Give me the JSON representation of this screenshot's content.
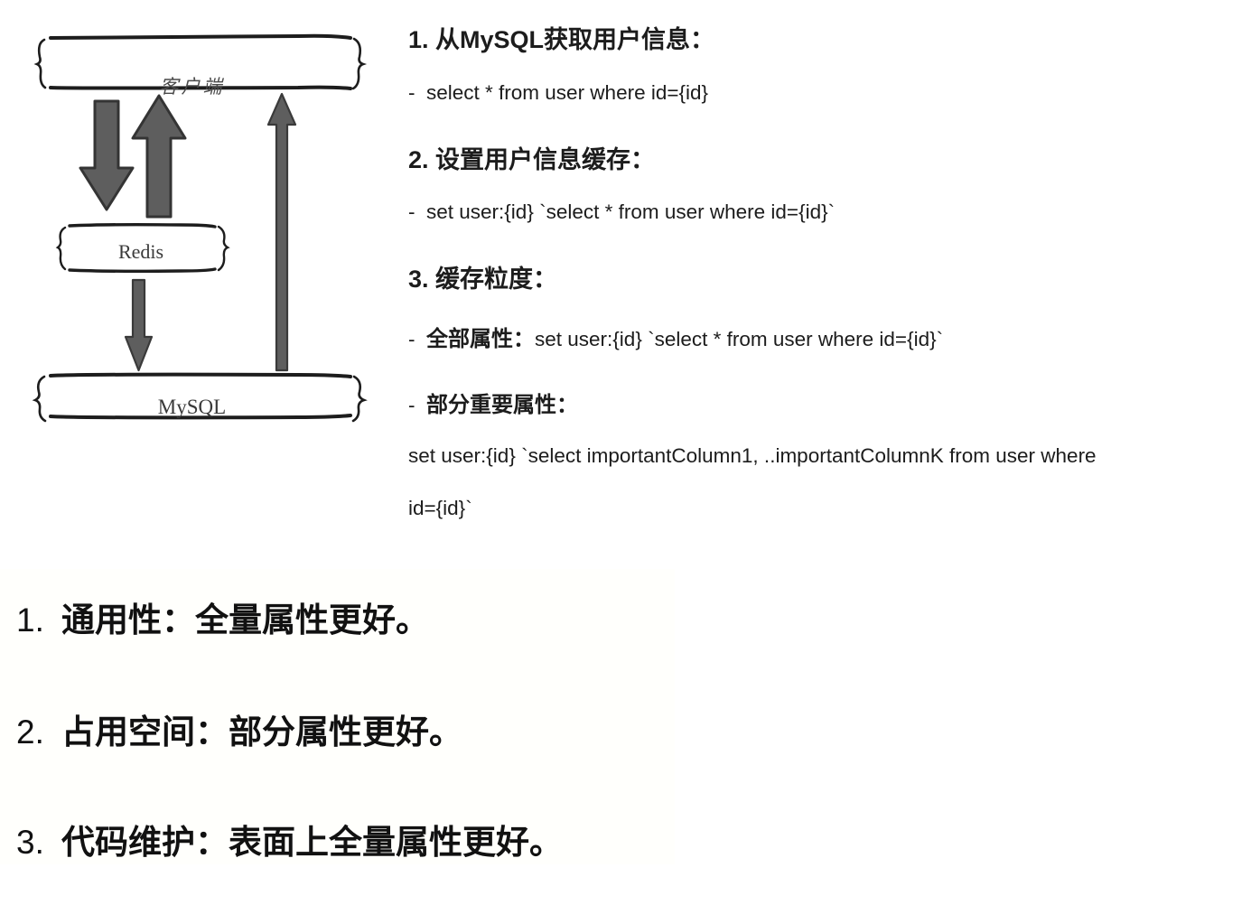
{
  "diagram": {
    "nodes": [
      {
        "id": "client",
        "label": "客户端"
      },
      {
        "id": "redis",
        "label": "Redis"
      },
      {
        "id": "mysql",
        "label": "MySQL"
      }
    ],
    "arrows": [
      {
        "id": "client-to-redis",
        "direction": "down",
        "style": "thick-block"
      },
      {
        "id": "redis-to-client",
        "direction": "up",
        "style": "thick-block"
      },
      {
        "id": "redis-to-mysql",
        "direction": "down",
        "style": "thin"
      },
      {
        "id": "mysql-to-client",
        "direction": "up",
        "style": "thin-long"
      }
    ],
    "stroke_color": "#1d1d1d",
    "arrow_fill": "#5e5e5e",
    "arrow_stroke": "#2e2e2e"
  },
  "notes": {
    "items": [
      {
        "id": "n1",
        "text": "1. 从MySQL获取用户信息："
      },
      {
        "id": "n1sub",
        "bullet": "-",
        "text": "select * from user where id={id}"
      },
      {
        "id": "n2",
        "text": "2. 设置用户信息缓存："
      },
      {
        "id": "n2sub",
        "bullet": "-",
        "text": "set user:{id} `select * from user where id={id}`"
      },
      {
        "id": "n3",
        "text": "3. 缓存粒度："
      },
      {
        "id": "n3a",
        "bullet": "-",
        "emphasis": "全部属性：",
        "text": "set user:{id}  `select * from user where id={id}`"
      },
      {
        "id": "n3b",
        "bullet": "-",
        "emphasis": "部分重要属性：",
        "text": ""
      },
      {
        "id": "n3b1",
        "text": "set user:{id} `select importantColumn1, ..importantColumnK from user where"
      },
      {
        "id": "n3b2",
        "text": "id={id}`"
      }
    ]
  },
  "conclusions": {
    "items": [
      {
        "number": "1.",
        "text": "通用性：全量属性更好。"
      },
      {
        "number": "2.",
        "text": "占用空间：部分属性更好。"
      },
      {
        "number": "3.",
        "text": "代码维护：表面上全量属性更好。"
      }
    ]
  },
  "colors": {
    "page_background": "#ffffff",
    "panel_background": "#fffffc",
    "text": "#1c1c1c",
    "diagram_stroke": "#1d1d1d",
    "arrow_fill": "#5e5e5e"
  }
}
